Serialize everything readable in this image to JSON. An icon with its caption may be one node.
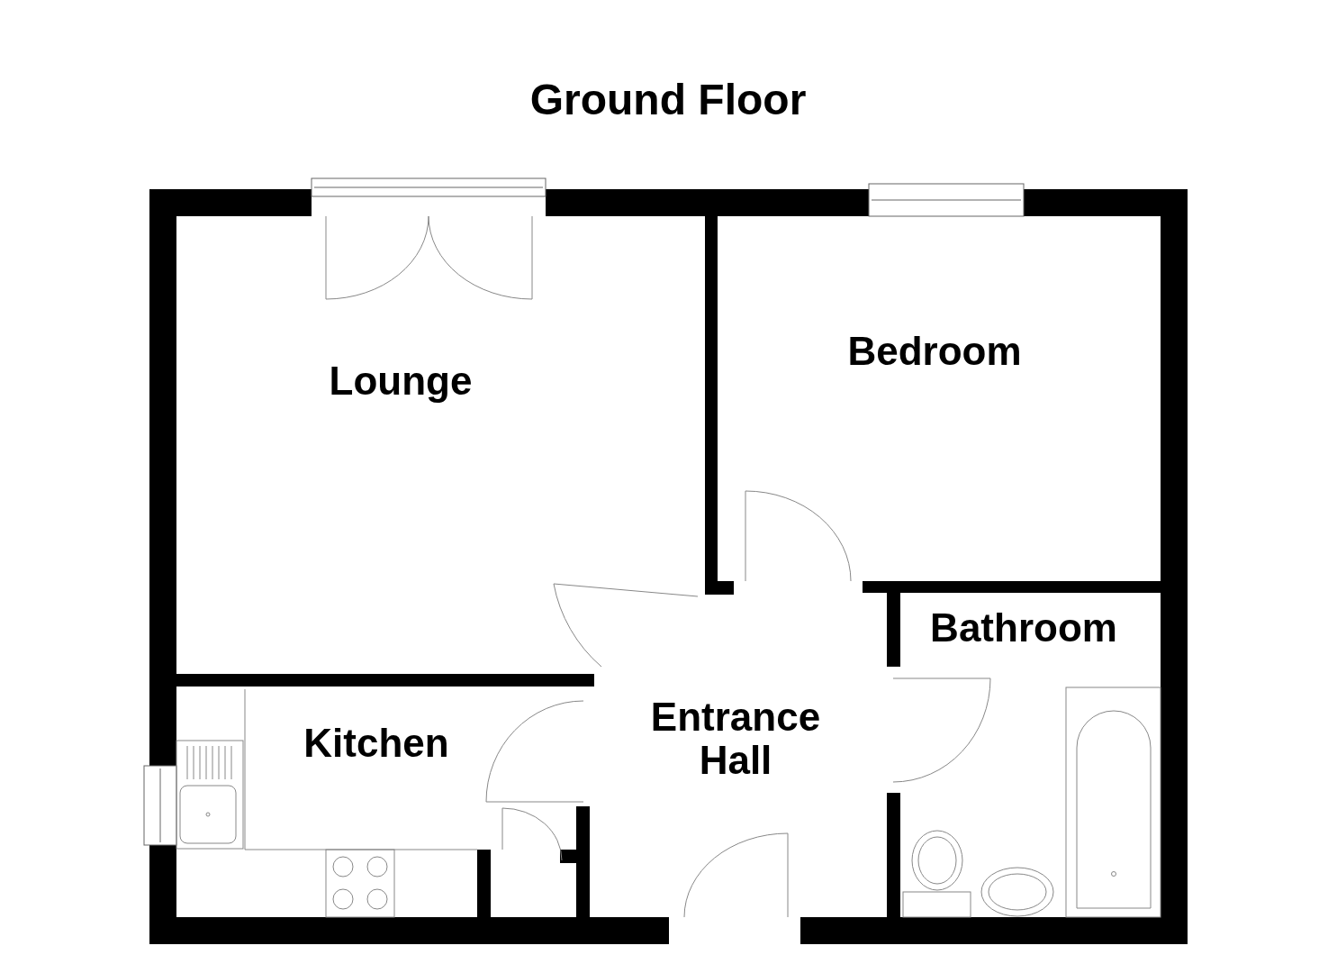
{
  "diagram": {
    "title": "Ground Floor",
    "nodes": [
      {
        "text": [
          "Lounge"
        ]
      },
      {
        "text": [
          "Bedroom"
        ]
      },
      {
        "text": [
          "Bathroom"
        ]
      },
      {
        "text": [
          "Kitchen"
        ]
      },
      {
        "text": [
          "Entrance Hall"
        ]
      }
    ],
    "edges": []
  }
}
